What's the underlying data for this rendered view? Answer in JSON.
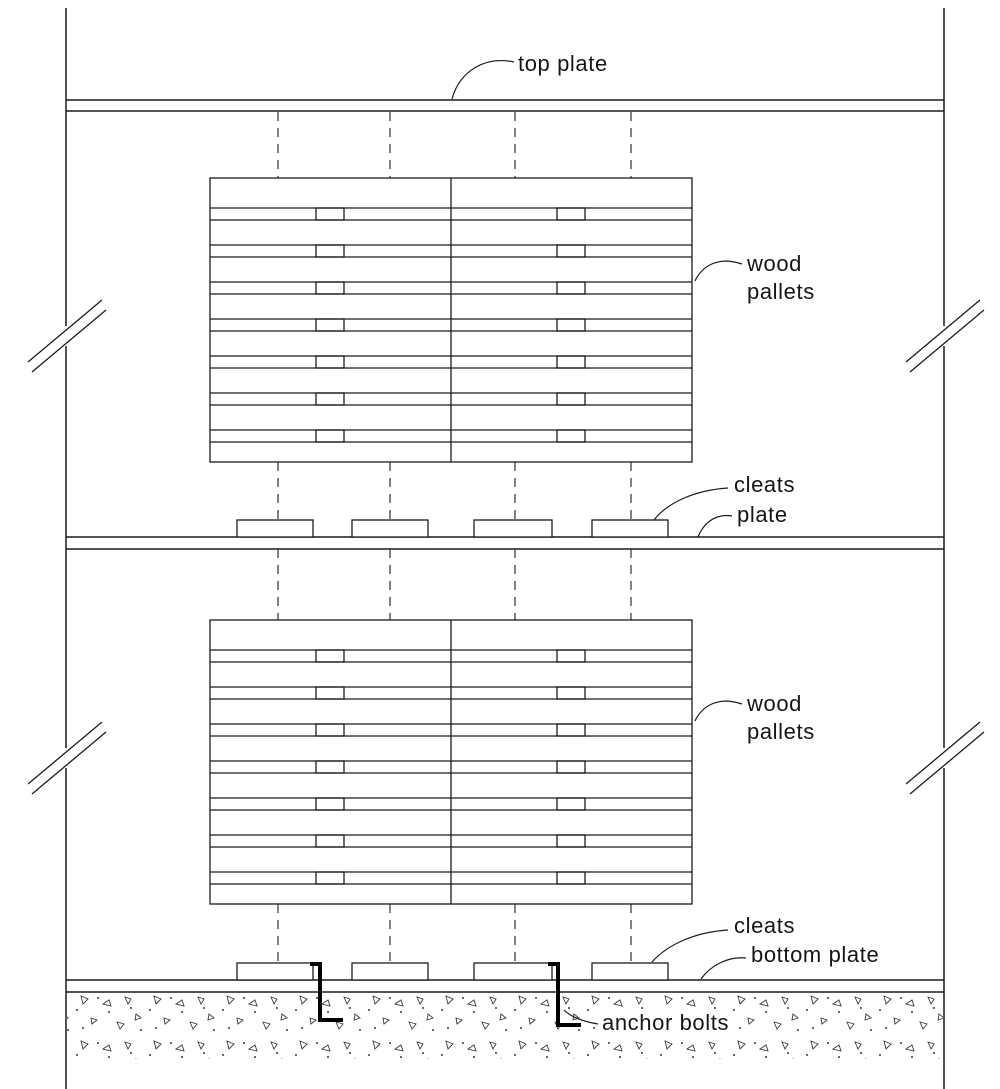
{
  "labels": {
    "top_plate": "top plate",
    "wood_pallets_upper": "wood pallets",
    "cleats_upper": "cleats",
    "plate": "plate",
    "wood_pallets_lower": "wood pallets",
    "cleats_lower": "cleats",
    "bottom_plate": "bottom plate",
    "anchor_bolts": "anchor bolts"
  },
  "colors": {
    "line": "#1c1c1c",
    "background": "#ffffff",
    "concrete_speckle": "#3a3a3a"
  }
}
